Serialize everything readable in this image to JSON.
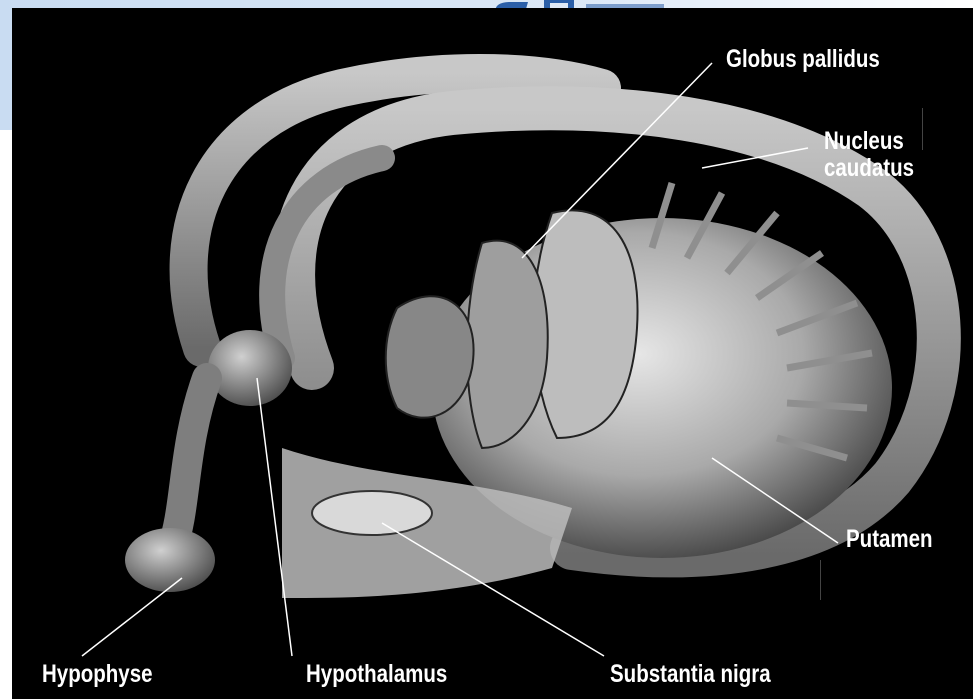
{
  "labels": {
    "globus_pallidus": "Globus pallidus",
    "nucleus_caudatus": "Nucleus\ncaudatus",
    "putamen": "Putamen",
    "hypophyse": "Hypophyse",
    "hypothalamus": "Hypothalamus",
    "substantia_nigra": "Substantia nigra"
  },
  "colors": {
    "background": "#000000",
    "slide_band": "#c9dcf2",
    "structure_gray": "#9a9a9a",
    "label_text": "#ffffff"
  }
}
